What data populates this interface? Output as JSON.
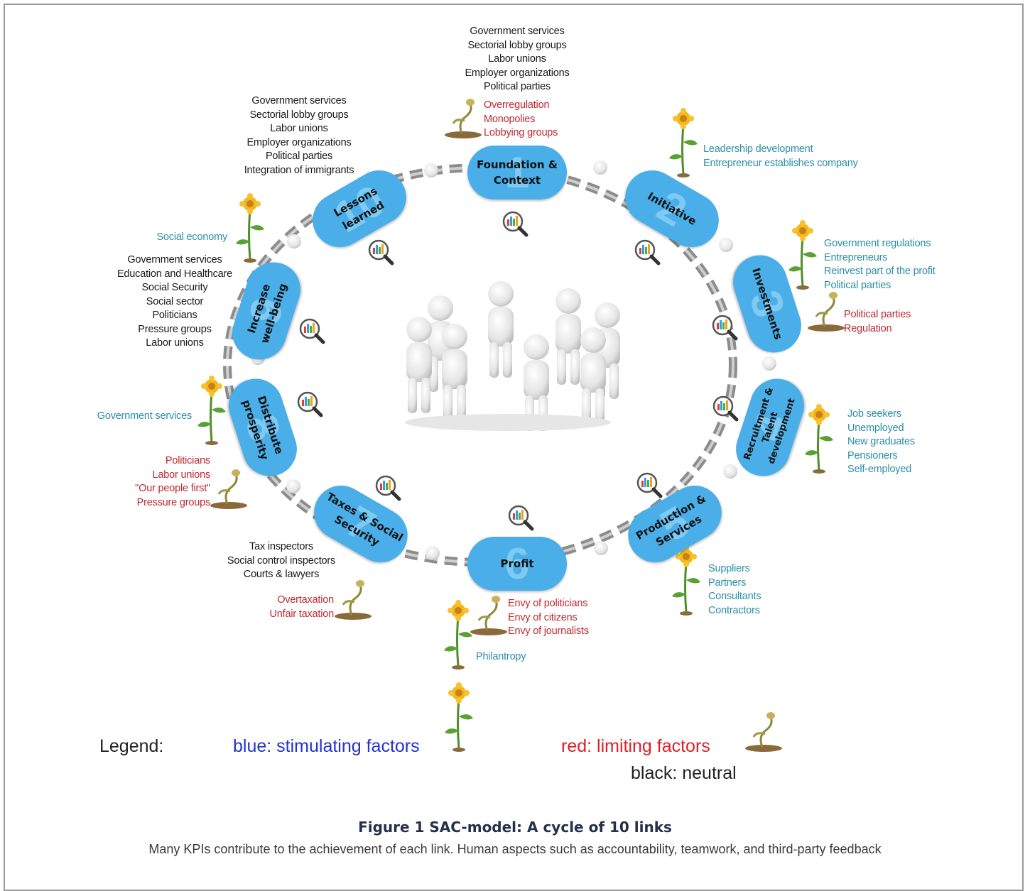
{
  "figure": {
    "title": "Figure 1 SAC-model: A cycle of 10 links",
    "caption": "Many KPIs contribute to the achievement of each link. Human aspects such as accountability, teamwork, and third-party feedback"
  },
  "legend": {
    "title": "Legend:",
    "blue": "blue: stimulating factors",
    "red": "red: limiting factors",
    "black": "black: neutral"
  },
  "colors": {
    "stimulating": "#2b8fa6",
    "limiting": "#c0282f",
    "neutral": "#1a1a1a",
    "node": "#4aaee8"
  },
  "nodes": [
    {
      "num": "1",
      "label": "Foundation &\nContext"
    },
    {
      "num": "2",
      "label": "Initiative"
    },
    {
      "num": "3",
      "label": "Investments"
    },
    {
      "num": "4",
      "label": "Recruitment &\nTalent\ndevelopment"
    },
    {
      "num": "5",
      "label": "Production &\nServices"
    },
    {
      "num": "6",
      "label": "Profit"
    },
    {
      "num": "7",
      "label": "Taxes & Social\nSecurity"
    },
    {
      "num": "8",
      "label": "Distribute\nprosperity"
    },
    {
      "num": "9",
      "label": "Increase\nwell-being"
    },
    {
      "num": "10",
      "label": "Lessons\nlearned"
    }
  ],
  "factors": {
    "n1_neutral": [
      "Government services",
      "Sectorial lobby groups",
      "Labor unions",
      "Employer organizations",
      "Political parties"
    ],
    "n1_limiting": [
      "Overregulation",
      "Monopolies",
      "Lobbying groups"
    ],
    "n2_stimulating": [
      "Leadership development",
      "Entrepreneur establishes company"
    ],
    "n3_stimulating": [
      "Government regulations",
      "Entrepreneurs",
      "Reinvest part of the profit",
      "Political parties"
    ],
    "n3_limiting": [
      "Political parties",
      "Regulation"
    ],
    "n4_stimulating": [
      "Job seekers",
      "Unemployed",
      "New graduates",
      "Pensioners",
      "Self-employed"
    ],
    "n5_stimulating": [
      "Suppliers",
      "Partners",
      "Consultants",
      "Contractors"
    ],
    "n6_limiting": [
      "Envy of politicians",
      "Envy of citizens",
      "Envy of journalists"
    ],
    "n6_stimulating": [
      "Philantropy"
    ],
    "n7_neutral": [
      "Tax inspectors",
      "Social control inspectors",
      "Courts & lawyers"
    ],
    "n7_limiting": [
      "Overtaxation",
      "Unfair taxation"
    ],
    "n8_stimulating": [
      "Government services"
    ],
    "n8_limiting": [
      "Politicians",
      "Labor unions",
      "\"Our people first\"",
      "Pressure groups"
    ],
    "n9_stimulating": [
      "Social economy"
    ],
    "n9_neutral": [
      "Government services",
      "Education and Healthcare",
      "Social Security",
      "Social sector",
      "Politicians",
      "Pressure groups",
      "Labor unions"
    ],
    "n10_neutral": [
      "Government services",
      "Sectorial lobby groups",
      "Labor unions",
      "Employer organizations",
      "Political parties",
      "Integration of immigrants"
    ]
  }
}
